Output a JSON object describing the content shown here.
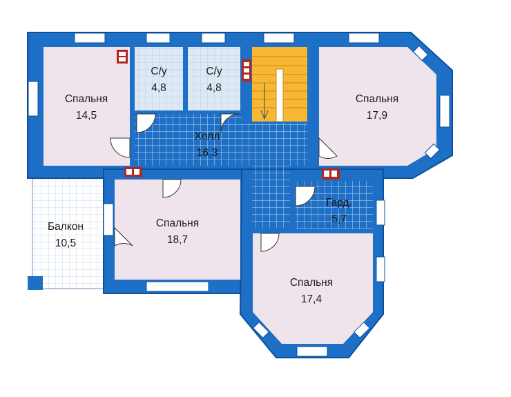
{
  "floorplan": {
    "colors": {
      "wall": "#1e6fc6",
      "wall_edge": "#0d4f9c",
      "room_fill": "#f0e4ec",
      "hall_fill": "#ffffff",
      "grid_line": "#c8d9e8",
      "bath_fill": "#dde9f5",
      "stair_fill": "#f7b733",
      "window_fill": "#ffffff",
      "vent_fill": "#b1261f"
    },
    "rooms": [
      {
        "id": "bedroom-nw",
        "name": "Спальня",
        "area": "14,5"
      },
      {
        "id": "bath-1",
        "name": "С/у",
        "area": "4,8"
      },
      {
        "id": "bath-2",
        "name": "С/у",
        "area": "4,8"
      },
      {
        "id": "bedroom-ne",
        "name": "Спальня",
        "area": "17,9"
      },
      {
        "id": "hall",
        "name": "Холл",
        "area": "16,3"
      },
      {
        "id": "wardrobe",
        "name": "Гард.",
        "area": "5,7"
      },
      {
        "id": "balcony",
        "name": "Балкон",
        "area": "10,5"
      },
      {
        "id": "bedroom-center",
        "name": "Спальня",
        "area": "18,7"
      },
      {
        "id": "bedroom-se",
        "name": "Спальня",
        "area": "17,4"
      }
    ]
  }
}
